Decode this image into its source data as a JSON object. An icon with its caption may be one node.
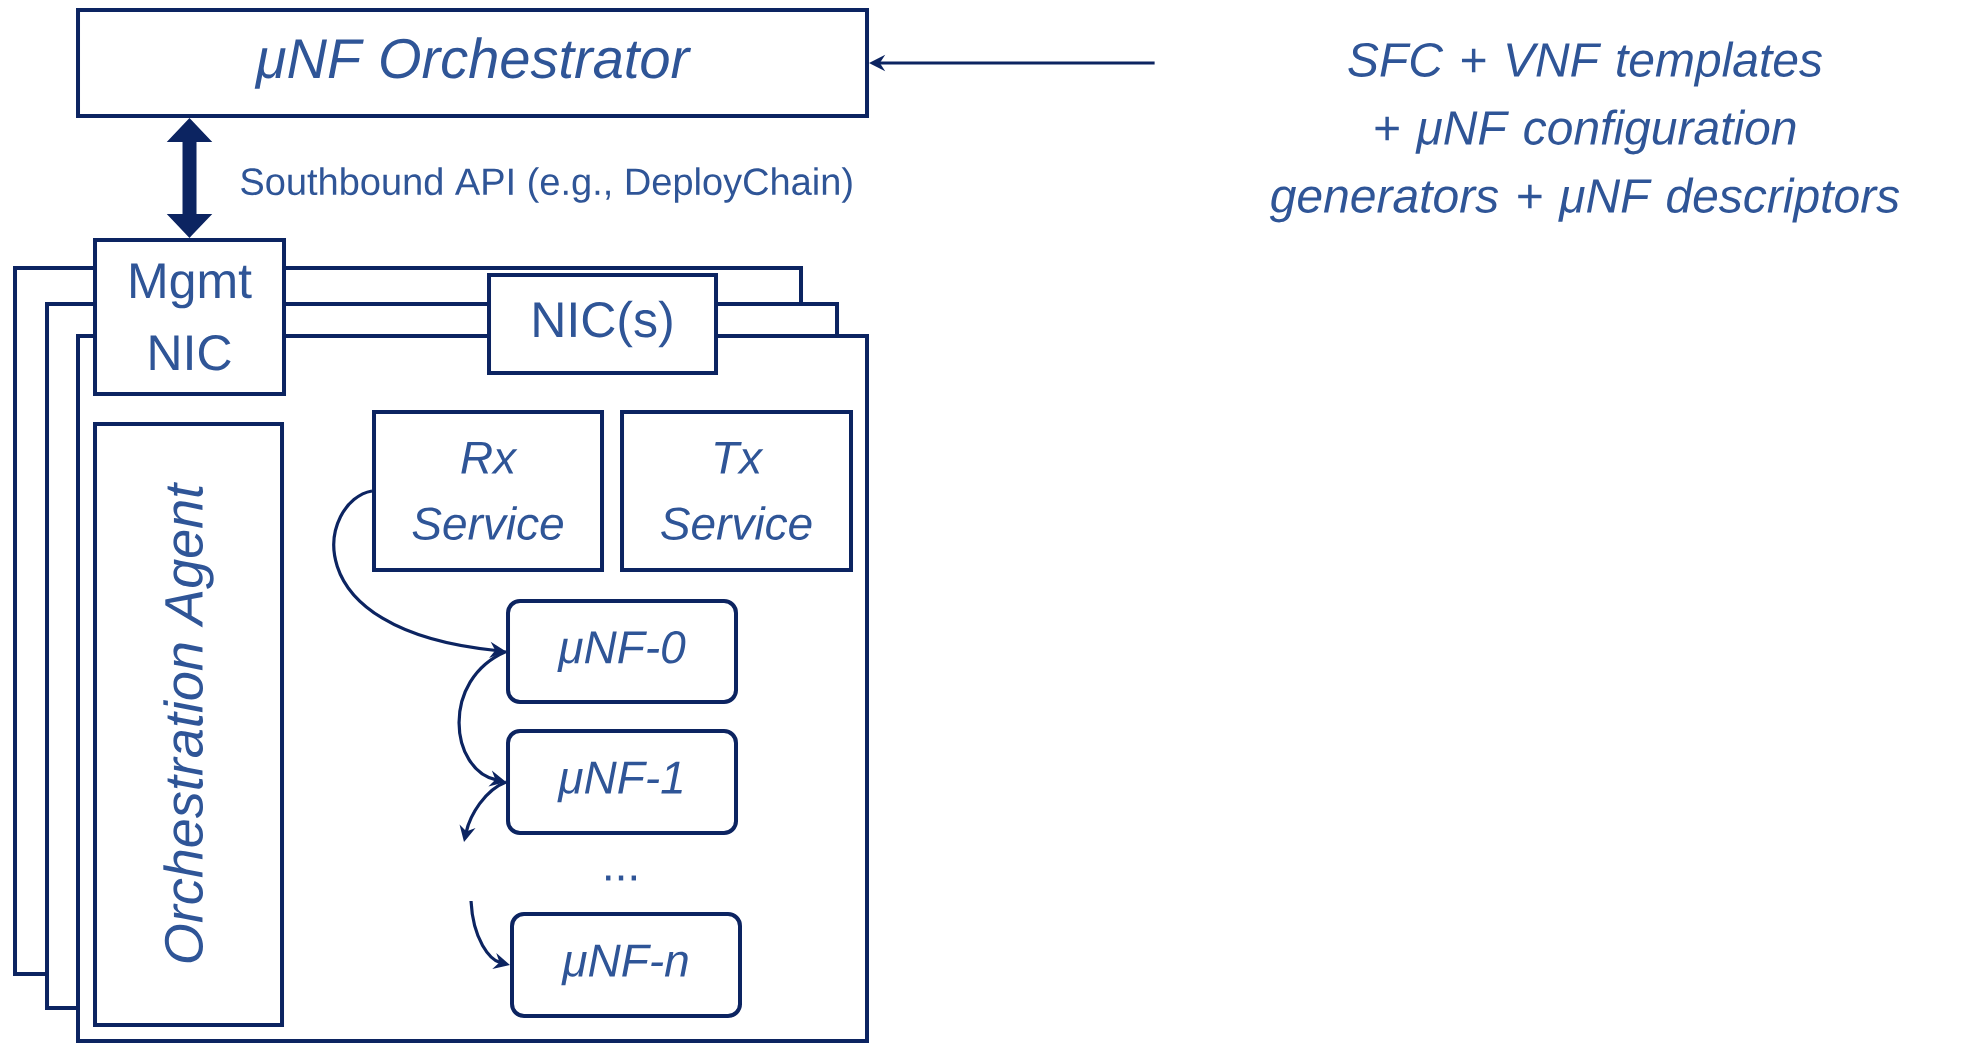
{
  "diagram": {
    "nodes": [
      {
        "text": [
          "μNF Orchestrator"
        ]
      },
      {
        "text": [
          "SFC + VNF templates + μNF configuration generators + μNF descriptors"
        ]
      },
      {
        "text": [
          "Mgmt NIC"
        ]
      },
      {
        "text": [],
        "shape": "box"
      },
      {
        "text": [
          "NIC(s)"
        ]
      },
      {
        "text": [
          "Orchestration Agent"
        ],
        "in": 3
      },
      {
        "text": [
          "Rx Service"
        ],
        "in": 3
      },
      {
        "text": [
          "Tx Service"
        ],
        "in": 3
      },
      {
        "text": [
          "μNF-0"
        ],
        "in": 3
      },
      {
        "text": [
          "μNF-1"
        ],
        "in": 3
      },
      {
        "text": [
          "μNF-n"
        ],
        "in": 3
      }
    ],
    "edges": [
      {
        "from": 1,
        "to": 0,
        "arrow": "to"
      },
      {
        "from": 0,
        "to": 2,
        "arrow": "both",
        "style": "thick",
        "label": "Southbound API (e.g., DeployChain)"
      },
      {
        "from": 6,
        "to": 8,
        "arrow": "to"
      },
      {
        "from": 8,
        "to": 9,
        "arrow": "to"
      },
      {
        "from": 9,
        "to": null,
        "arrow": "to"
      },
      {
        "from": null,
        "to": 10,
        "arrow": "to"
      }
    ],
    "labels": [
      "..."
    ]
  }
}
